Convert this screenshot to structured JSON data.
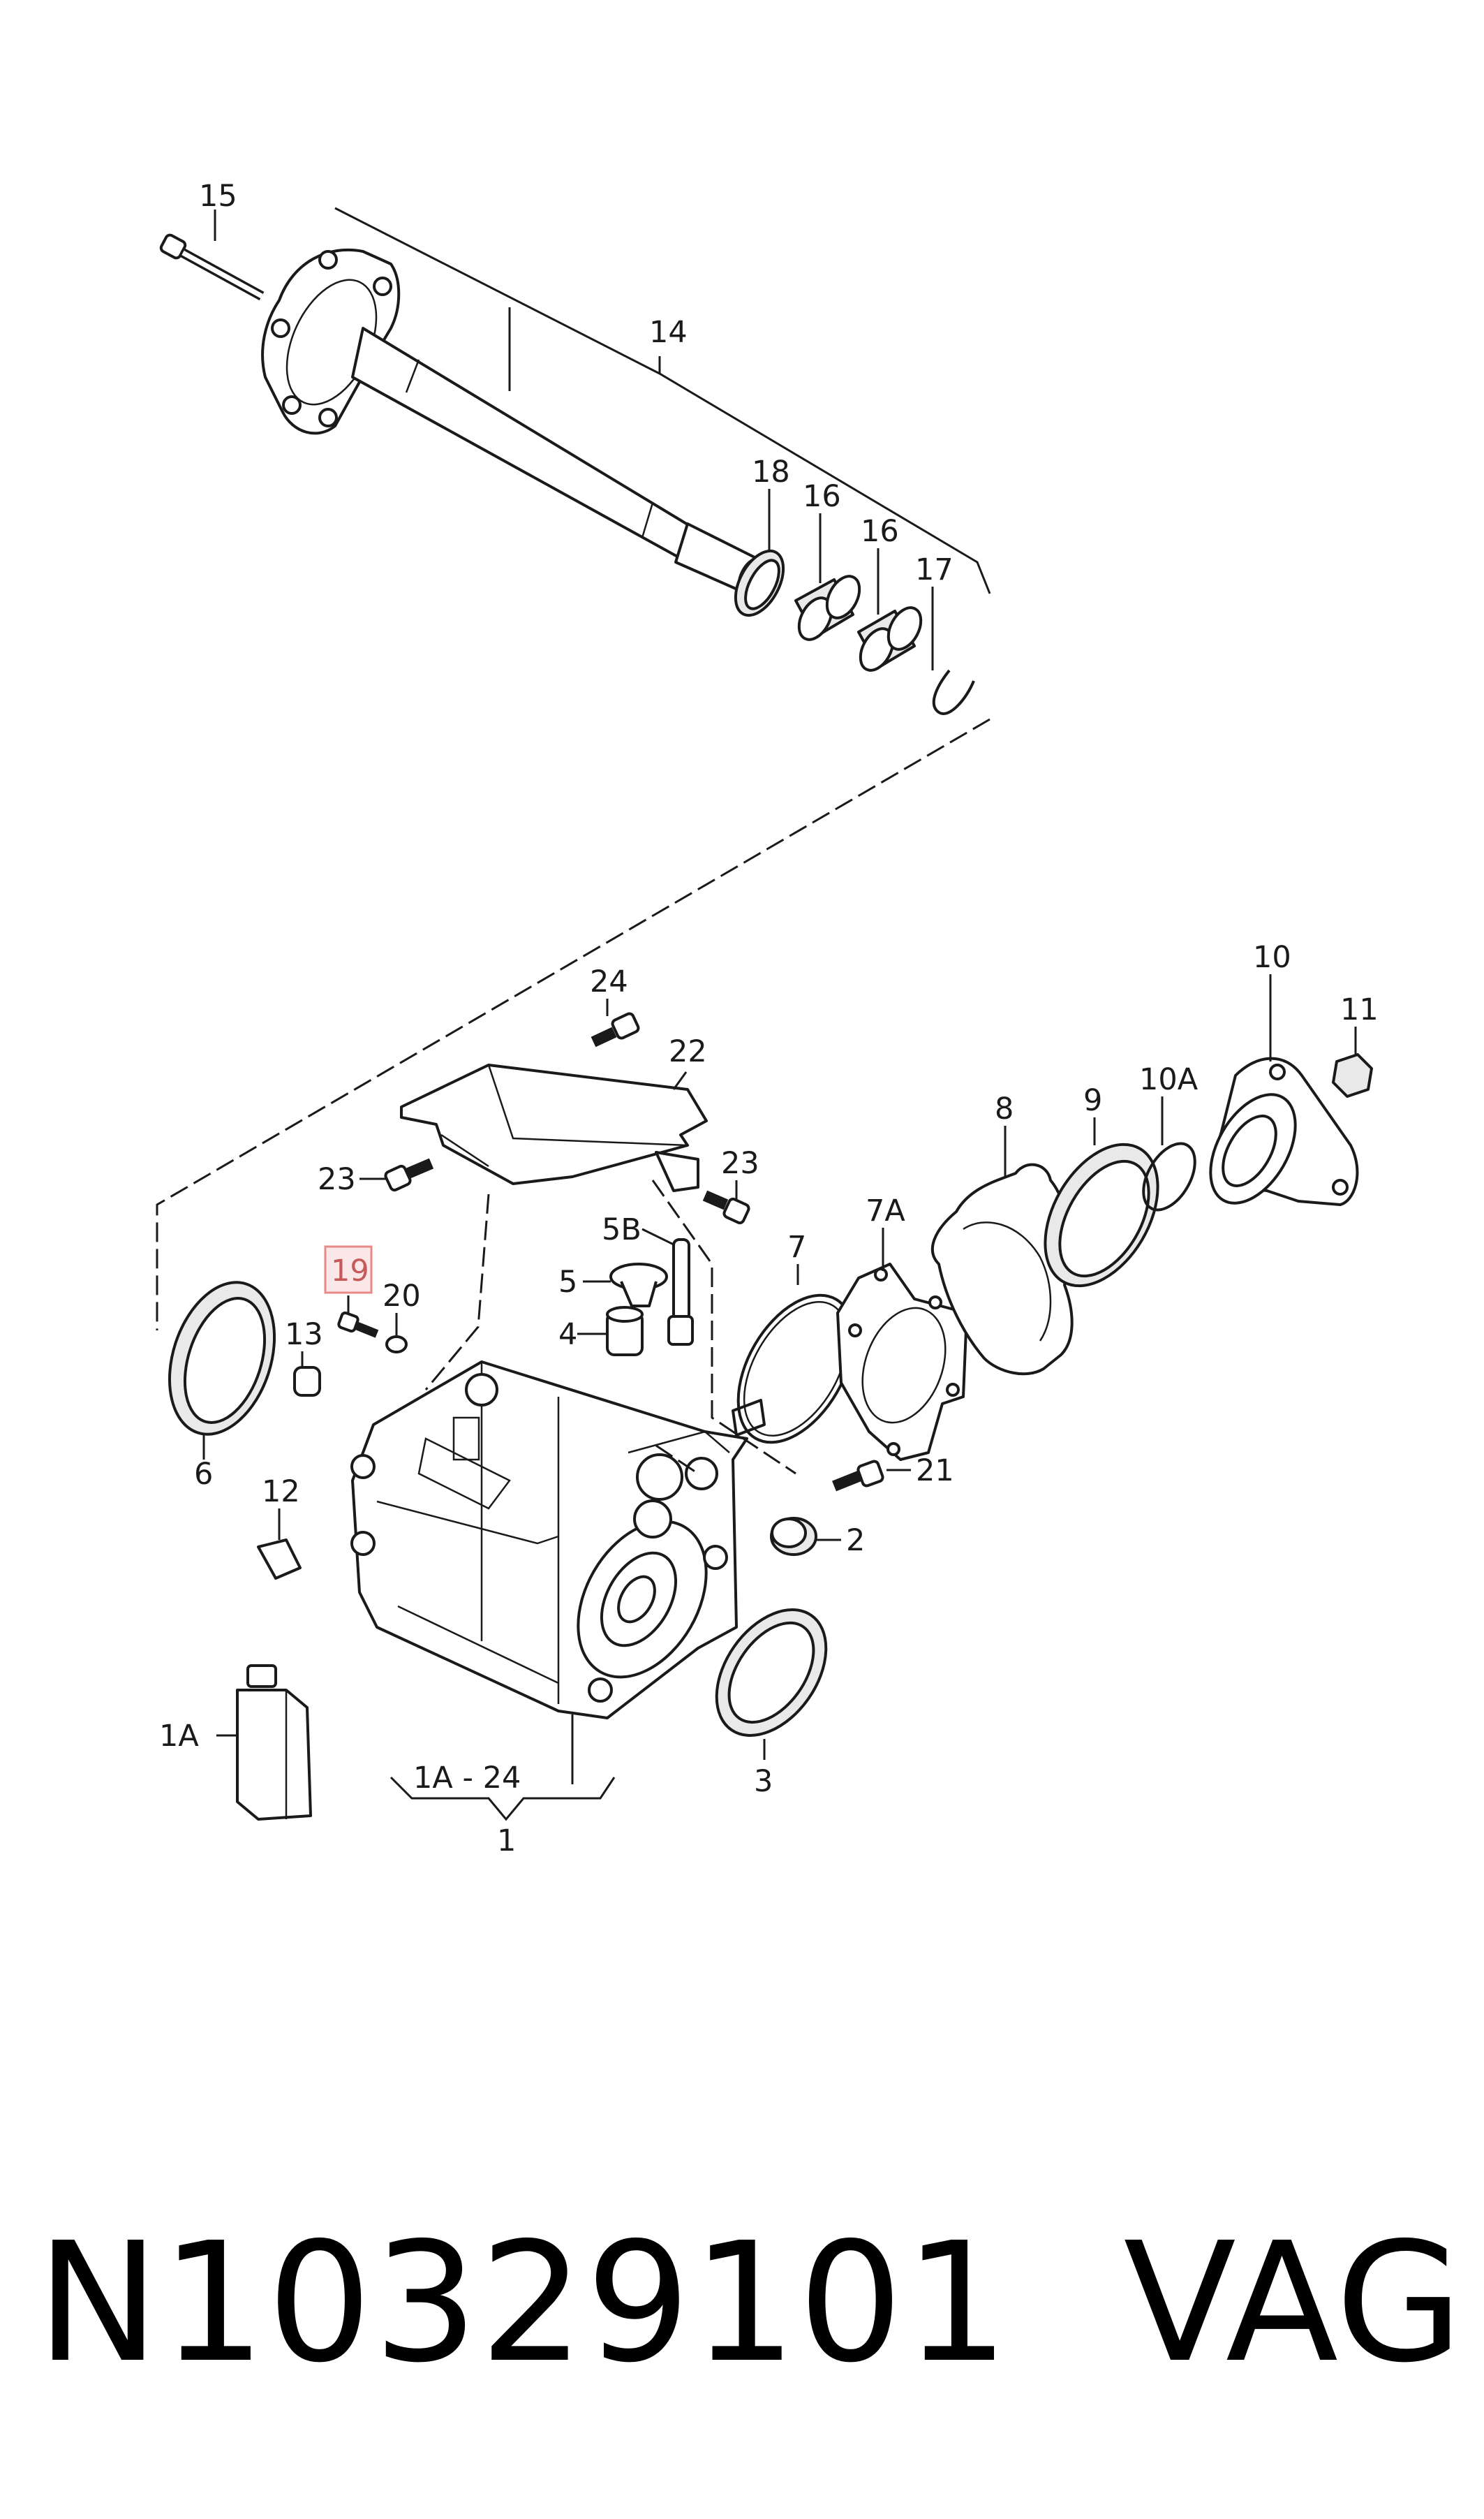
{
  "labels": {
    "l1": "1",
    "l1a": "1A",
    "range": "1A - 24",
    "l2": "2",
    "l3": "3",
    "l4": "4",
    "l5": "5",
    "l5b": "5B",
    "l6": "6",
    "l7": "7",
    "l7a": "7A",
    "l8": "8",
    "l9": "9",
    "l10": "10",
    "l10a": "10A",
    "l11": "11",
    "l12": "12",
    "l13": "13",
    "l14": "14",
    "l15": "15",
    "l16a": "16",
    "l16b": "16",
    "l17": "17",
    "l18": "18",
    "l19": "19",
    "l20": "20",
    "l21": "21",
    "l22": "22",
    "l23a": "23",
    "l23b": "23",
    "l24": "24"
  },
  "footer": {
    "part_number": "N10329101",
    "brand": "VAG"
  },
  "colors": {
    "highlight": "#e88a8a",
    "highlight_fill": "#fbe7e7",
    "ink": "#1a1a1a"
  }
}
